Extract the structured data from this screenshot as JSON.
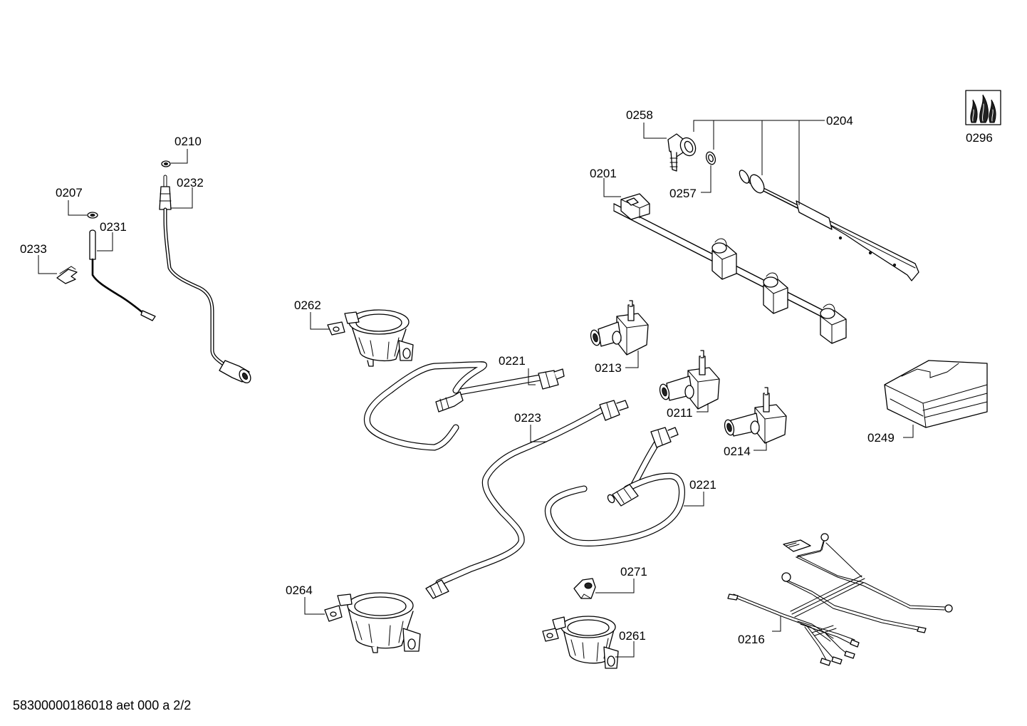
{
  "labels": {
    "p0201": "0201",
    "p0204": "0204",
    "p0207": "0207",
    "p0210": "0210",
    "p0211": "0211",
    "p0213": "0213",
    "p0214": "0214",
    "p0216": "0216",
    "p0221a": "0221",
    "p0221b": "0221",
    "p0223": "0223",
    "p0231": "0231",
    "p0232": "0232",
    "p0233": "0233",
    "p0249": "0249",
    "p0257": "0257",
    "p0258": "0258",
    "p0261": "0261",
    "p0262": "0262",
    "p0264": "0264",
    "p0271": "0271",
    "p0296": "0296"
  },
  "footer": {
    "code": "58300000186018 aet 000 a 2/2"
  }
}
